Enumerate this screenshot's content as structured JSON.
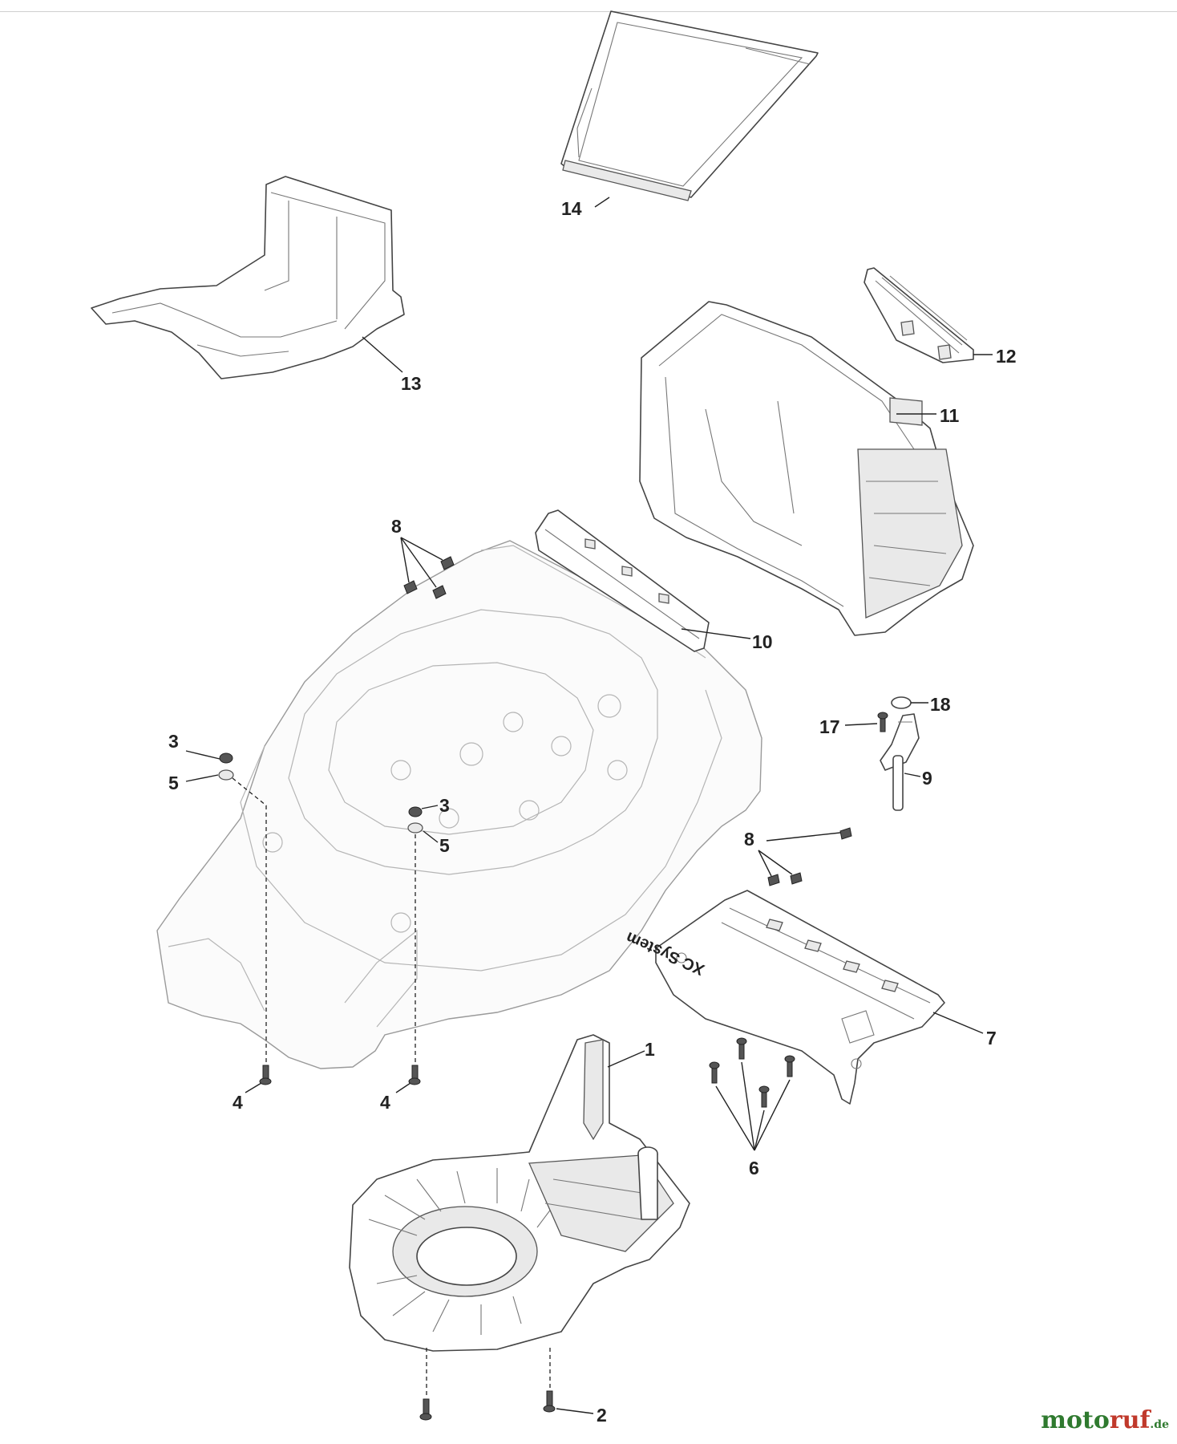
{
  "callouts": {
    "c1": "1",
    "c2": "2",
    "c3a": "3",
    "c3b": "3",
    "c4a": "4",
    "c4b": "4",
    "c5a": "5",
    "c5b": "5",
    "c6": "6",
    "c7": "7",
    "c8a": "8",
    "c8b": "8",
    "c9": "9",
    "c10": "10",
    "c11": "11",
    "c12": "12",
    "c13": "13",
    "c14": "14",
    "c17": "17",
    "c18": "18"
  },
  "plate_text": "XC System",
  "watermark": {
    "part1": "moto",
    "part2": "ruf",
    "part3": ".de"
  },
  "colors": {
    "watermark_green": "#2f7a2f",
    "watermark_red": "#c0392b"
  }
}
